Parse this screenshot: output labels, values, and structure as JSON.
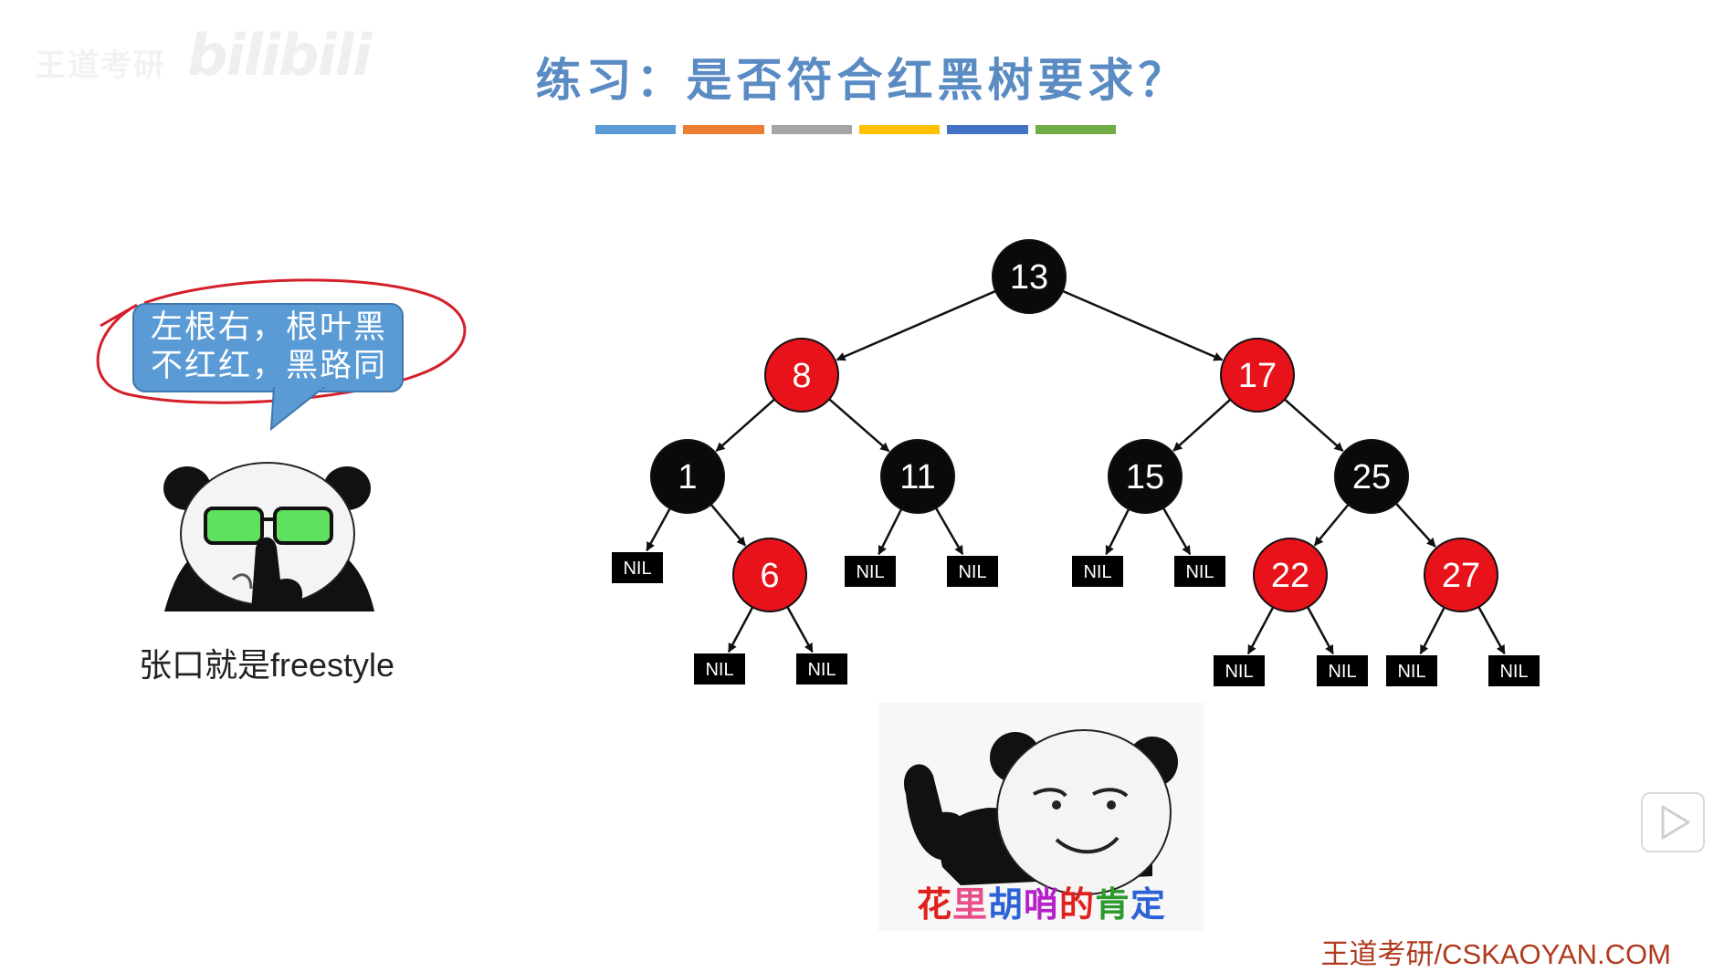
{
  "watermark": {
    "brand": "王道考研",
    "logo": "bilibili"
  },
  "slide": {
    "title": "练习：是否符合红黑树要求？",
    "bar_colors": [
      "#5b9bd5",
      "#ed7d31",
      "#a5a5a5",
      "#ffc000",
      "#4472c4",
      "#70ad47"
    ]
  },
  "bubble": {
    "line1": "左根右，根叶黑",
    "line2": "不红红，黑路同"
  },
  "meme1": {
    "caption": "张口就是freestyle"
  },
  "meme2": {
    "caption_chars": [
      {
        "ch": "花",
        "color": "#e0201c"
      },
      {
        "ch": "里",
        "color": "#e84d8a"
      },
      {
        "ch": "胡",
        "color": "#2c62d8"
      },
      {
        "ch": "哨",
        "color": "#b521c9"
      },
      {
        "ch": "的",
        "color": "#e0201c"
      },
      {
        "ch": "肯",
        "color": "#2c9a2c"
      },
      {
        "ch": "定",
        "color": "#2c62d8"
      }
    ]
  },
  "tree": {
    "colors": {
      "red": "#e8121a",
      "black": "#0a0a0a"
    },
    "nil_label": "NIL",
    "nodes": [
      {
        "id": "n13",
        "label": "13",
        "color": "black"
      },
      {
        "id": "n8",
        "label": "8",
        "color": "red"
      },
      {
        "id": "n17",
        "label": "17",
        "color": "red"
      },
      {
        "id": "n1",
        "label": "1",
        "color": "black"
      },
      {
        "id": "n11",
        "label": "11",
        "color": "black"
      },
      {
        "id": "n15",
        "label": "15",
        "color": "black"
      },
      {
        "id": "n25",
        "label": "25",
        "color": "black"
      },
      {
        "id": "n6",
        "label": "6",
        "color": "red"
      },
      {
        "id": "n22",
        "label": "22",
        "color": "red"
      },
      {
        "id": "n27",
        "label": "27",
        "color": "red"
      }
    ],
    "edges": [
      [
        "n13",
        "n8"
      ],
      [
        "n13",
        "n17"
      ],
      [
        "n8",
        "n1"
      ],
      [
        "n8",
        "n11"
      ],
      [
        "n17",
        "n15"
      ],
      [
        "n17",
        "n25"
      ],
      [
        "n1",
        "nil1"
      ],
      [
        "n1",
        "n6"
      ],
      [
        "n6",
        "nil2"
      ],
      [
        "n6",
        "nil3"
      ],
      [
        "n11",
        "nil4"
      ],
      [
        "n11",
        "nil5"
      ],
      [
        "n15",
        "nil6"
      ],
      [
        "n15",
        "nil7"
      ],
      [
        "n25",
        "n22"
      ],
      [
        "n25",
        "n27"
      ],
      [
        "n22",
        "nil8"
      ],
      [
        "n22",
        "nil9"
      ],
      [
        "n27",
        "nil10"
      ],
      [
        "n27",
        "nil11"
      ]
    ]
  },
  "footer": {
    "text": "王道考研/CSKAOYAN.COM"
  },
  "player": {
    "play_icon": "play-icon"
  }
}
